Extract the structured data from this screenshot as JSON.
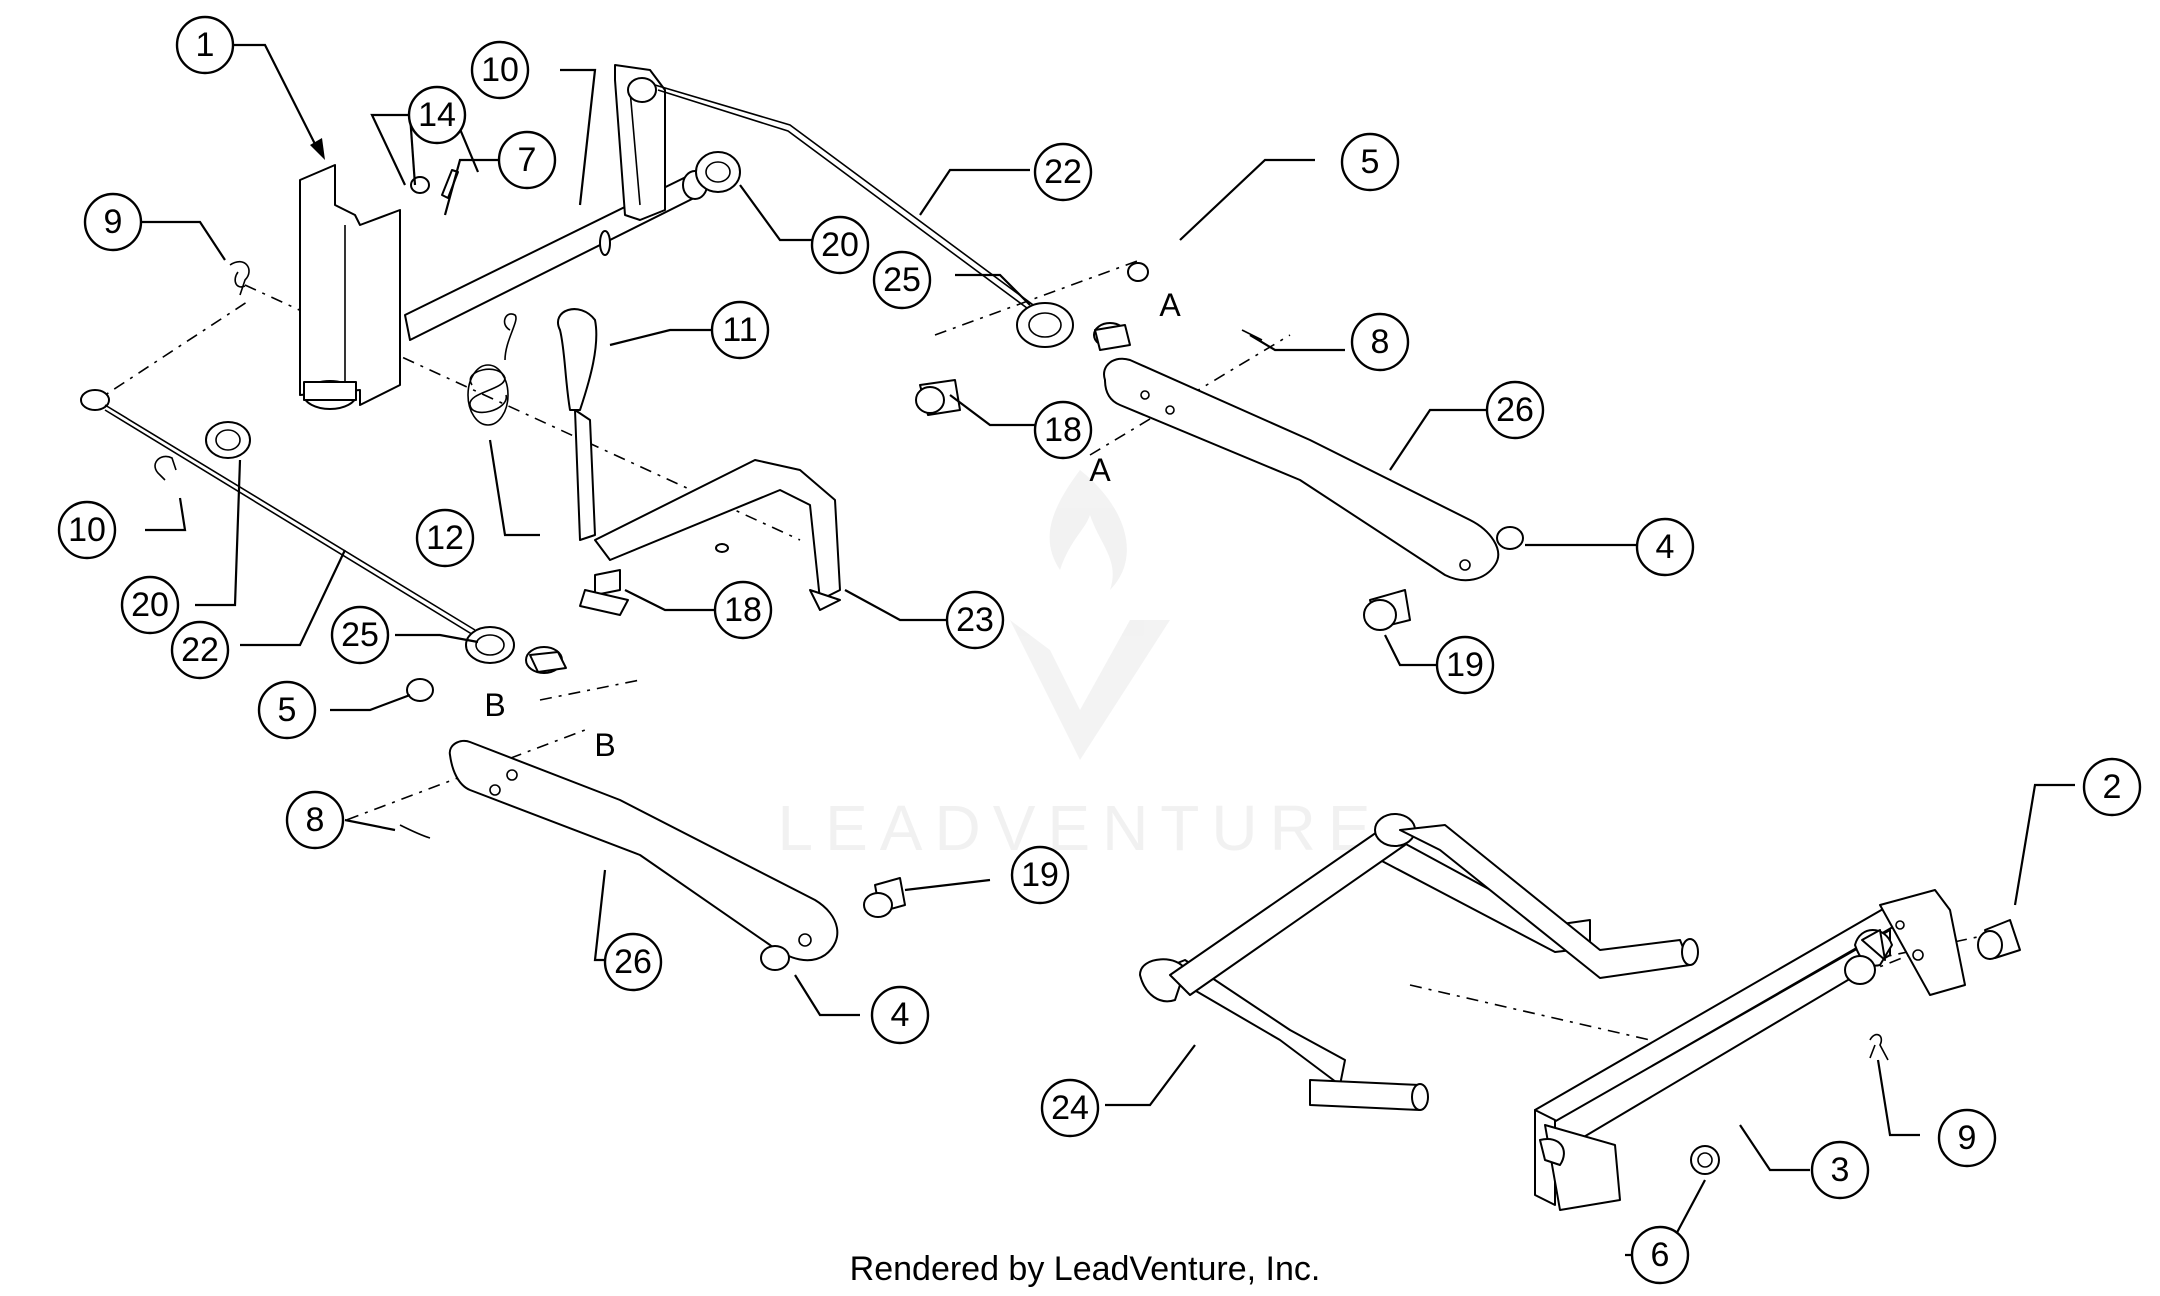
{
  "watermark": {
    "text": "LEADVENTURE"
  },
  "footer": {
    "text": "Rendered by LeadVenture, Inc."
  },
  "callouts": {
    "c1": "1",
    "c14": "14",
    "c10a": "10",
    "c7": "7",
    "c9a": "9",
    "c20a": "20",
    "c22a": "22",
    "c5a": "5",
    "c25a": "25",
    "c11": "11",
    "c8a": "8",
    "c26a": "26",
    "c12": "12",
    "c18a": "18",
    "c10b": "10",
    "c20b": "20",
    "c22b": "22",
    "c25b": "25",
    "c5b": "5",
    "c18b": "18",
    "c23": "23",
    "c4a": "4",
    "c19a": "19",
    "c8b": "8",
    "c19b": "19",
    "c26b": "26",
    "c4b": "4",
    "c2": "2",
    "c24": "24",
    "c9b": "9",
    "c3": "3",
    "c6": "6"
  },
  "refs": {
    "a1": "A",
    "a2": "A",
    "b1": "B",
    "b2": "B"
  }
}
